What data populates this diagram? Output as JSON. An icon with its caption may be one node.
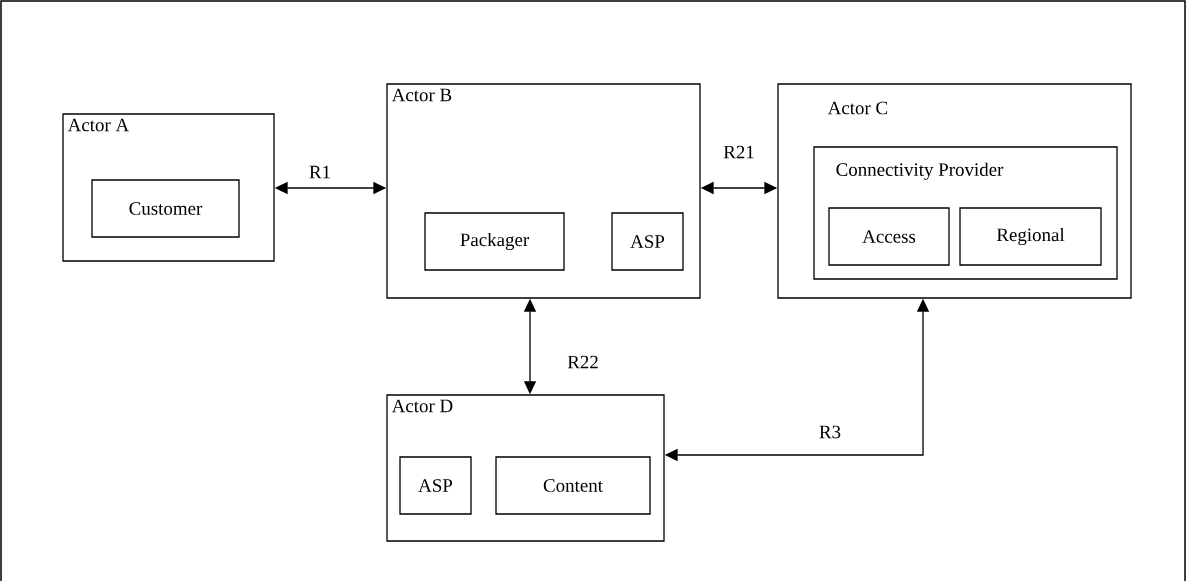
{
  "diagram": {
    "nodes": [
      {
        "text": [
          "Actor A"
        ]
      },
      {
        "text": [
          "Customer"
        ],
        "in": 0
      },
      {
        "text": [
          "Actor B"
        ]
      },
      {
        "text": [
          "Packager"
        ],
        "in": 2
      },
      {
        "text": [
          "ASP"
        ],
        "in": 2
      },
      {
        "text": [
          "Actor C"
        ]
      },
      {
        "text": [
          "Connectivity Provider"
        ],
        "in": 5
      },
      {
        "text": [
          "Access"
        ],
        "in": 6
      },
      {
        "text": [
          "Regional"
        ],
        "in": 6
      },
      {
        "text": [
          "Actor D"
        ]
      },
      {
        "text": [
          "ASP"
        ],
        "in": 9
      },
      {
        "text": [
          "Content"
        ],
        "in": 9
      }
    ],
    "edges": [
      {
        "from": 0,
        "to": 2,
        "arrow": "both",
        "label": "R1"
      },
      {
        "from": 2,
        "to": 5,
        "arrow": "both",
        "label": "R21"
      },
      {
        "from": 2,
        "to": 9,
        "arrow": "both",
        "label": "R22"
      },
      {
        "from": 9,
        "to": 5,
        "arrow": "both",
        "label": "R3"
      }
    ]
  }
}
